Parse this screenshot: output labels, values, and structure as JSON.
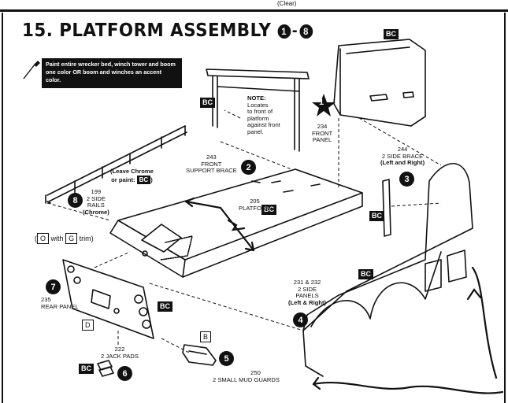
{
  "header": {
    "fragment": "(Clear)"
  },
  "section": {
    "number_title": "15. PLATFORM ASSEMBLY",
    "step_start": "1",
    "range_dash": "-",
    "step_end": "8"
  },
  "paint_note": "Paint entire wrecker bed, winch tower and boom one color OR boom and winches an accent color.",
  "bc_label": "BC",
  "parts": {
    "front_panel": {
      "number": "234",
      "line1": "FRONT",
      "line2": "PANEL"
    },
    "front_support_brace": {
      "number": "243",
      "line1": "FRONT",
      "line2": "SUPPORT BRACE"
    },
    "side_brace": {
      "number": "244",
      "line1": "2 SIDE BRACE",
      "line2": "(Left and Right)"
    },
    "side_rails": {
      "number": "199",
      "line1": "2 SIDE",
      "line2": "RAILS",
      "line3": "(Chrome)"
    },
    "platform": {
      "number": "205",
      "line1": "PLATFORM"
    },
    "rear_panel": {
      "number": "235",
      "line1": "REAR PANEL"
    },
    "side_panels": {
      "number": "231 & 232",
      "line1": "2 SIDE",
      "line2": "PANELS",
      "line3": "(Left & Right)"
    },
    "jack_pads": {
      "number": "222",
      "line1": "2 JACK PADS"
    },
    "mud_guards": {
      "number": "250",
      "line1": "2 SMALL MUD GUARDS"
    }
  },
  "note": {
    "heading": "NOTE:",
    "line1": "Locates",
    "line2": "to front of",
    "line3": "platform",
    "line4": "against front",
    "line5": "panel."
  },
  "leave_chrome": {
    "line1": "(Leave Chrome",
    "line2": "or paint:",
    "close": ")"
  },
  "trim_note": {
    "open": "(",
    "o_box": "O",
    "with": "with",
    "g_box": "G",
    "trim": "trim)"
  },
  "steps": {
    "s1": "1",
    "s2": "2",
    "s3": "3",
    "s4": "4",
    "s5": "5",
    "s6": "6",
    "s7": "7",
    "s8": "8"
  },
  "callouts": {
    "d": "D",
    "b": "B"
  }
}
